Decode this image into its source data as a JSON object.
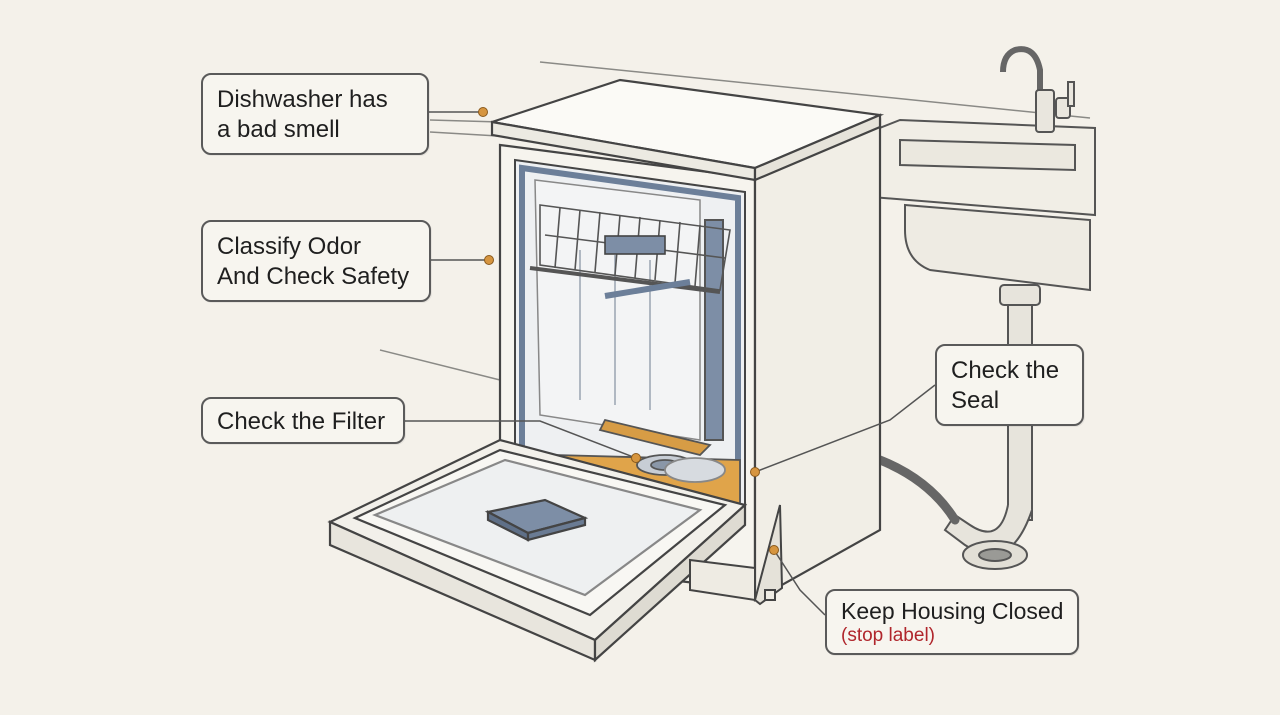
{
  "callouts": {
    "smell": {
      "lines": [
        "Dishwasher has",
        "a bad smell"
      ]
    },
    "odor": {
      "lines": [
        "Classify Odor",
        "And Check Safety"
      ]
    },
    "filter": {
      "lines": [
        "Check the Filter"
      ]
    },
    "seal": {
      "lines": [
        "Check the",
        "Seal"
      ]
    },
    "keep": {
      "lines": [
        "Keep Housing Closed"
      ],
      "sub": "(stop label)"
    }
  },
  "colors": {
    "background": "#f4f1ea",
    "line": "#5a5a5a",
    "dot": "#d6953f",
    "tub_trim": "#6c7f99",
    "filter_orange": "#e0a44a",
    "stop_label": "#b0262c"
  }
}
